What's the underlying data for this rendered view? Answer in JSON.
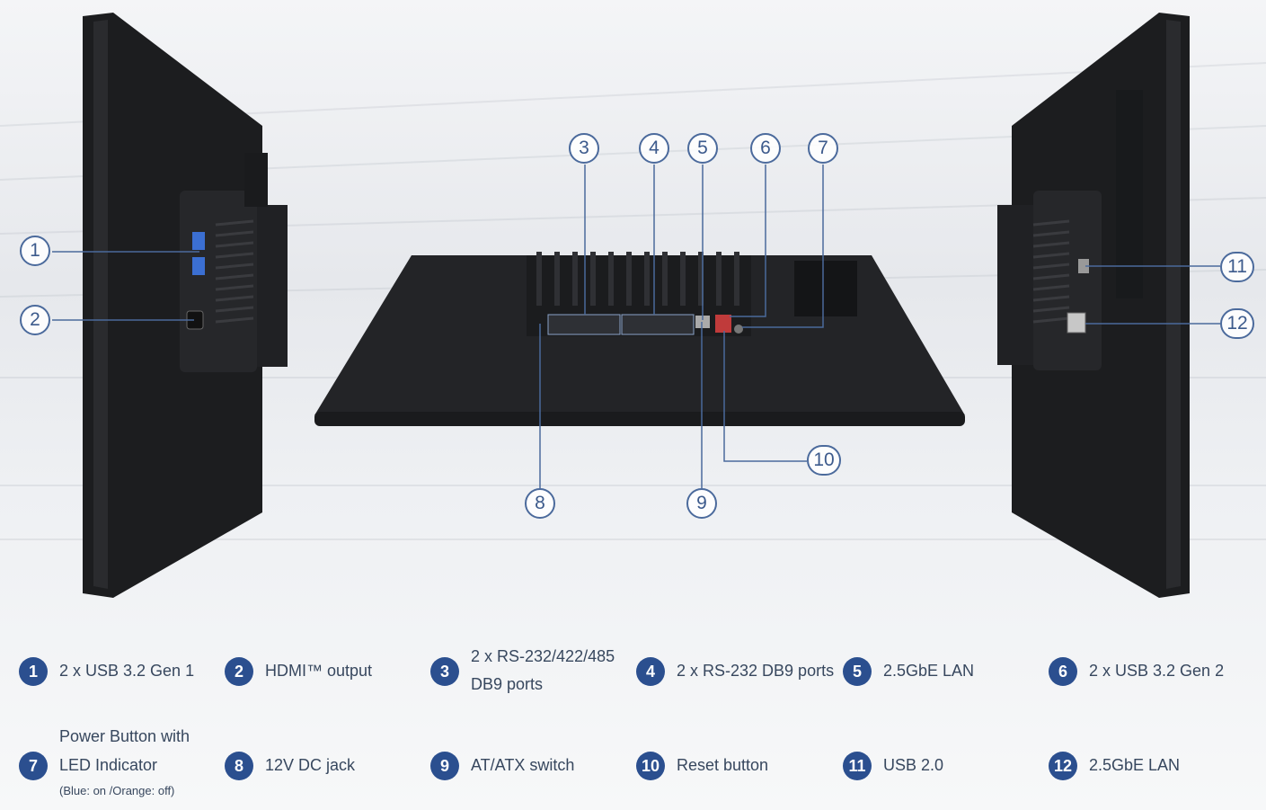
{
  "colors": {
    "accent": "#2b4f8f",
    "callout_stroke": "#4b6a9c",
    "device": "#1f2022"
  },
  "callouts": [
    "1",
    "2",
    "3",
    "4",
    "5",
    "6",
    "7",
    "8",
    "9",
    "10",
    "11",
    "12"
  ],
  "legend": [
    {
      "num": "1",
      "text": "2 x USB 3.2 Gen 1"
    },
    {
      "num": "2",
      "text": "HDMI™ output"
    },
    {
      "num": "3",
      "line1": "2 x RS-232/422/485",
      "line2": "DB9 ports"
    },
    {
      "num": "4",
      "text": "2 x RS-232 DB9 ports"
    },
    {
      "num": "5",
      "text": "2.5GbE LAN"
    },
    {
      "num": "6",
      "text": "2 x USB 3.2 Gen 2"
    },
    {
      "num": "7",
      "line1": "Power Button with",
      "line2": "LED Indicator",
      "note": "(Blue: on /Orange: off)"
    },
    {
      "num": "8",
      "text": "12V DC jack"
    },
    {
      "num": "9",
      "text": "AT/ATX switch"
    },
    {
      "num": "10",
      "text": "Reset button"
    },
    {
      "num": "11",
      "text": "USB 2.0"
    },
    {
      "num": "12",
      "text": "2.5GbE LAN"
    }
  ]
}
